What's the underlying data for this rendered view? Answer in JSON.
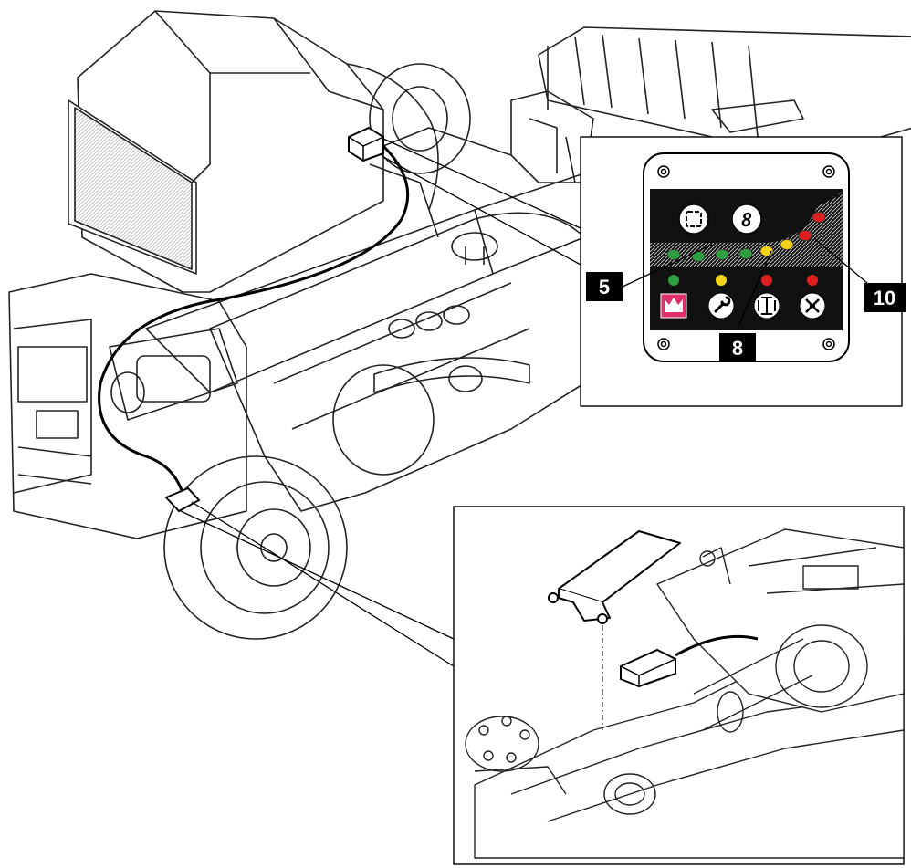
{
  "callouts": [
    {
      "id": "5",
      "label": "5"
    },
    {
      "id": "8",
      "label": "8"
    },
    {
      "id": "10",
      "label": "10"
    }
  ],
  "display_panel": {
    "button_icons": [
      "square-segment-icon",
      "digit-display-icon"
    ],
    "bar_led_colors": [
      "#2e9e3e",
      "#2e9e3e",
      "#2e9e3e",
      "#2e9e3e",
      "#f2d21b",
      "#f2d21b",
      "#e02020",
      "#e02020"
    ],
    "indicator_leds": [
      {
        "color": "#2e9e3e",
        "icon": "machine-ok-icon"
      },
      {
        "color": "#f2d21b",
        "icon": "wrench-icon"
      },
      {
        "color": "#e02020",
        "icon": "load-stop-icon"
      },
      {
        "color": "#e02020",
        "icon": "overload-cut-icon"
      }
    ],
    "machine_ok_icon_color": "#e0306a"
  }
}
